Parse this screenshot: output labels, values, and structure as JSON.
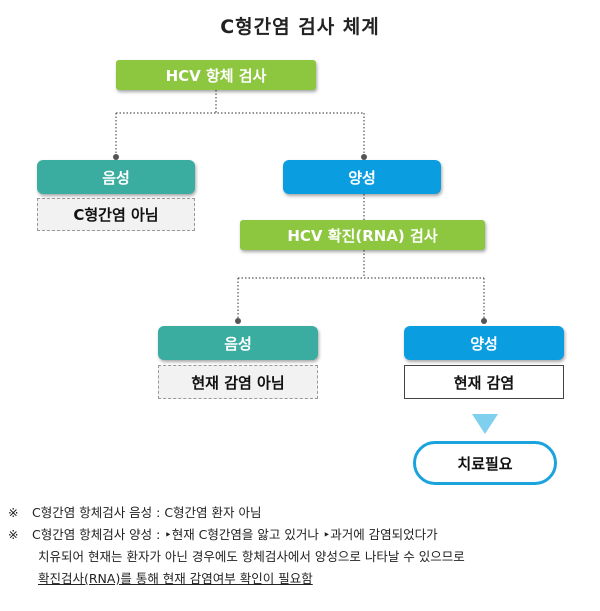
{
  "title": "C형간염 검사 체계",
  "nodes": {
    "antibody_test": "HCV 항체 검사",
    "negative_1": "음성",
    "not_hepc": "C형간염 아님",
    "positive_1": "양성",
    "rna_test": "HCV 확진(RNA) 검사",
    "negative_2": "음성",
    "not_current": "현재 감염 아님",
    "positive_2": "양성",
    "current_infection": "현재 감염",
    "treatment_needed": "치료필요"
  },
  "colors": {
    "green": "#8dc63f",
    "teal": "#3aada0",
    "blue": "#0a9ee0",
    "arrow": "#7fd0ee",
    "pill_border": "#1aa3dd"
  },
  "notes": {
    "mark": "※",
    "note1": "C형간염 항체검사 음성 : C형간염 환자 아님",
    "note2_line1": "C형간염 항체검사 양성 : ‣현재 C형간염을 앓고 있거나 ‣과거에 감염되었다가",
    "note2_line2": "치유되어 현재는 환자가 아닌 경우에도 항체검사에서 양성으로 나타날 수 있으므로",
    "note2_line3": "확진검사(RNA)를 통해 현재 감염여부 확인이 필요함"
  }
}
